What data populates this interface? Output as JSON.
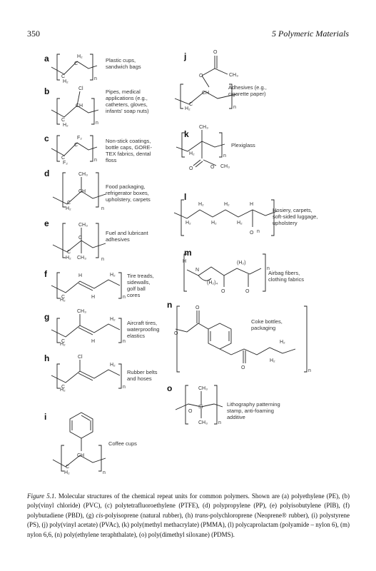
{
  "header": {
    "page_number": "350",
    "running_title": "5  Polymeric Materials"
  },
  "panels": {
    "a": {
      "label": "a",
      "annotation": "Plastic cups,\nsandwich bags"
    },
    "b": {
      "label": "b",
      "annotation": "Pipes, medical\napplications (e.g.,\ncatheters, gloves,\ninfants' soap nuts)"
    },
    "c": {
      "label": "c",
      "annotation": "Non-stick coatings,\nbottle caps, GORE-\nTEX fabrics, dental\nfloss"
    },
    "d": {
      "label": "d",
      "annotation": "Food packaging,\nrefrigerator boxes,\nupholstery, carpets"
    },
    "e": {
      "label": "e",
      "annotation": "Fuel and lubricant\nadhesives"
    },
    "f": {
      "label": "f",
      "annotation": "Tire treads,\nsidewalls,\ngolf ball\ncores"
    },
    "g": {
      "label": "g",
      "annotation": "Aircraft tires,\nwaterproofing\nelastics"
    },
    "h": {
      "label": "h",
      "annotation": "Rubber belts\nand hoses"
    },
    "i": {
      "label": "i",
      "annotation": "Coffee cups"
    },
    "j": {
      "label": "j",
      "annotation": "Adhesives (e.g.,\ncigarette paper)"
    },
    "k": {
      "label": "k",
      "annotation": "Plexiglass"
    },
    "l": {
      "label": "l",
      "annotation": "Hosiery, carpets,\nsoft-sided luggage,\nupholstery"
    },
    "m": {
      "label": "m",
      "annotation": "Airbag fibers,\nclothing fabrics"
    },
    "n": {
      "label": "n",
      "annotation": "Coke bottles,\npackaging"
    },
    "o": {
      "label": "o",
      "annotation": "Lithography patterning\nstamp, anti-foaming\nadditive"
    }
  },
  "caption": {
    "label": "Figure 5.1.",
    "part1": " Molecular structures of the chemical repeat units for common polymers. Shown are (a) polyethylene (PE), (b) poly(vinyl chloride) (PVC), (c) polytetrafluoroethylene (PTFE), (d) polypropylene (PP), (e) polyisobutylene (PIB), (f) polybutadiene (PBD), (g) ",
    "cis": "cis",
    "part2": "-polyisoprene (natural rubber), (h) ",
    "trans": "trans",
    "part3": "-polychloroprene (Neoprene® rubber), (i) polystyrene (PS), (j) poly(vinyl acetate) (PVAc), (k) poly(methyl methacrylate) (PMMA), (l) polycaprolactam (polyamide – nylon 6), (m) nylon 6,6, (n) poly(ethylene teraphthalate), (o) poly(dimethyl siloxane) (PDMS)."
  }
}
